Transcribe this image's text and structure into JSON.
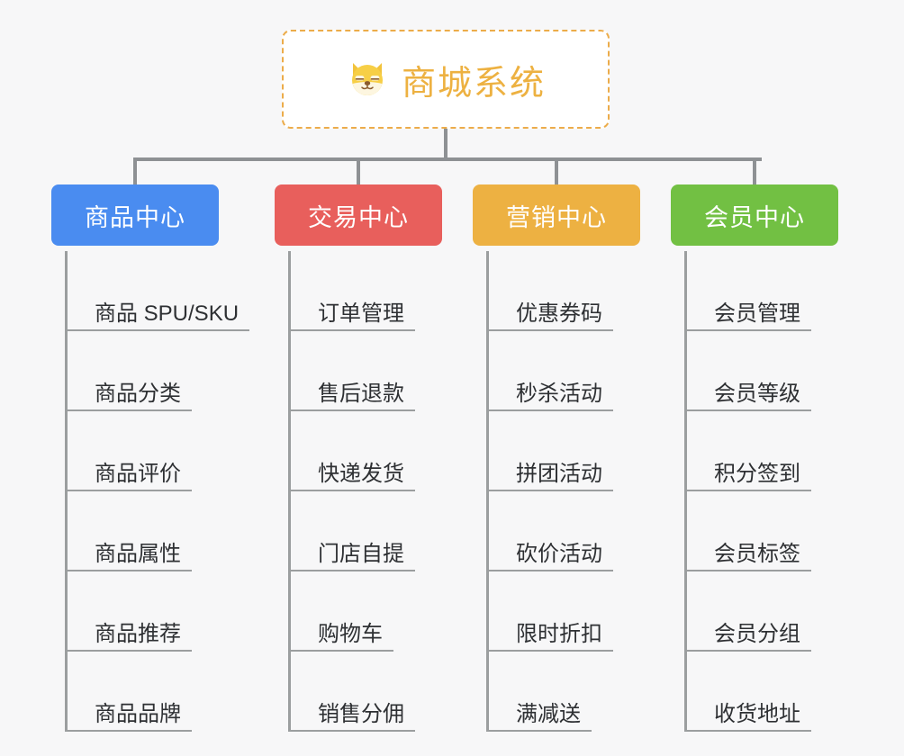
{
  "root": {
    "icon": "shiba-dog-emoji",
    "emoji": "🐶",
    "title": "商城系统",
    "title_color": "#edb141",
    "border_color": "#ecac4a"
  },
  "theme": {
    "background": "#f7f7f8",
    "connector_color": "#8e9194",
    "leaf_text_color": "#2e3033",
    "leaf_line_color": "#9b9e9f"
  },
  "branches": [
    {
      "label": "商品中心",
      "color": "#4a8cf0",
      "items": [
        {
          "label": "商品 SPU/SKU"
        },
        {
          "label": "商品分类"
        },
        {
          "label": "商品评价"
        },
        {
          "label": "商品属性"
        },
        {
          "label": "商品推荐"
        },
        {
          "label": "商品品牌"
        }
      ]
    },
    {
      "label": "交易中心",
      "color": "#e85f5c",
      "items": [
        {
          "label": "订单管理"
        },
        {
          "label": "售后退款"
        },
        {
          "label": "快递发货"
        },
        {
          "label": "门店自提"
        },
        {
          "label": "购物车"
        },
        {
          "label": "销售分佣"
        }
      ]
    },
    {
      "label": "营销中心",
      "color": "#edb142",
      "items": [
        {
          "label": "优惠券码"
        },
        {
          "label": "秒杀活动"
        },
        {
          "label": "拼团活动"
        },
        {
          "label": "砍价活动"
        },
        {
          "label": "限时折扣"
        },
        {
          "label": "满减送"
        }
      ]
    },
    {
      "label": "会员中心",
      "color": "#72c043",
      "items": [
        {
          "label": "会员管理"
        },
        {
          "label": "会员等级"
        },
        {
          "label": "积分签到"
        },
        {
          "label": "会员标签"
        },
        {
          "label": "会员分组"
        },
        {
          "label": "收货地址"
        }
      ]
    }
  ]
}
